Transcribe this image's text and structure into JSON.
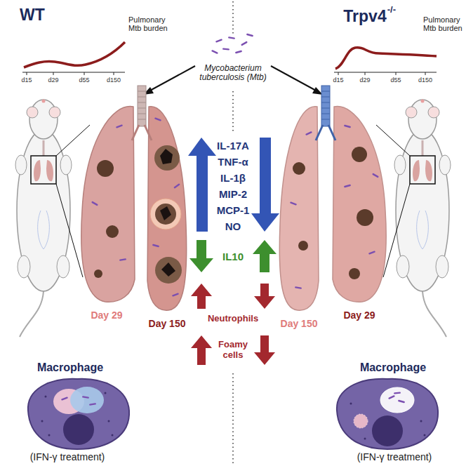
{
  "diagram": {
    "labels": [
      "WT",
      "Pulmonary Mtb burden",
      "d15",
      "d29",
      "d55",
      "d150",
      "Mycobacterium tuberculosis (Mtb)",
      "Trpv4",
      "-/-",
      "Pulmonary Mtb burden",
      "d15",
      "d29",
      "d55",
      "d150",
      "IL-17A",
      "TNF-α",
      "IL-1β",
      "MIP-2",
      "MCP-1",
      "NO",
      "Day 29",
      "Day 150",
      "Day 150",
      "Day 29",
      "IL10",
      "Neutrophils",
      "Foamy cells",
      "Macrophage",
      "(IFN-γ treatment)",
      "Macrophage",
      "(IFN-γ treatment)"
    ]
  }
}
